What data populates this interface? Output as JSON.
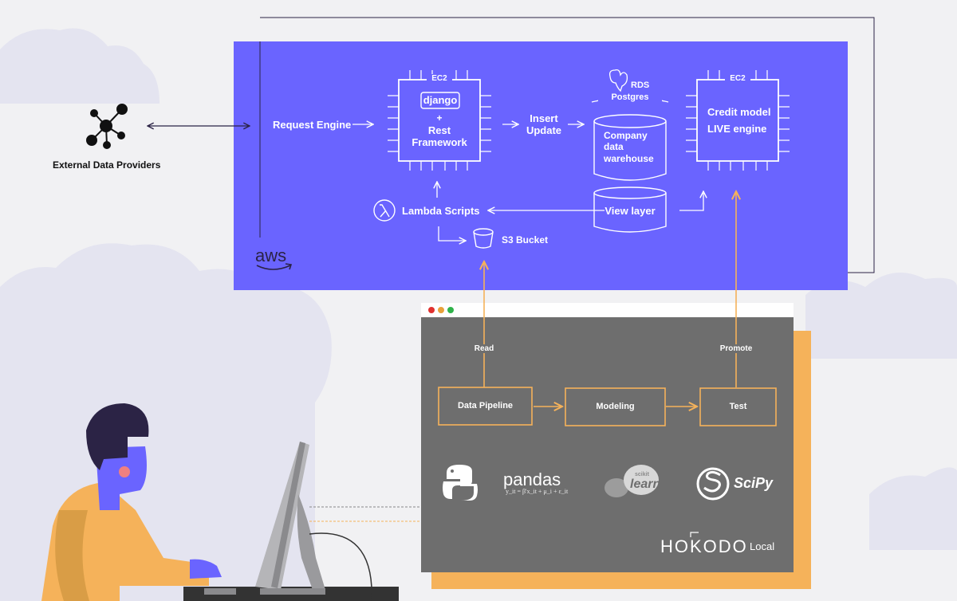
{
  "external": {
    "label": "External Data Providers"
  },
  "aws": {
    "logo_text": "aws",
    "request_engine": "Request Engine",
    "ec2_left": {
      "tag": "EC2",
      "django": "django",
      "plus": "+",
      "line1": "Rest",
      "line2": "Framework"
    },
    "insert": "Insert",
    "update": "Update",
    "rds": {
      "tag": "RDS",
      "engine": "Postgres"
    },
    "warehouse": {
      "line1": "Company",
      "line2": "data",
      "line3": "warehouse"
    },
    "view_layer": "View layer",
    "ec2_right": {
      "tag": "EC2",
      "line1": "Credit model",
      "line2": "LIVE engine"
    },
    "lambda": "Lambda Scripts",
    "s3": "S3 Bucket"
  },
  "local": {
    "read": "Read",
    "promote": "Promote",
    "steps": [
      "Data Pipeline",
      "Modeling",
      "Test"
    ],
    "pandas": "pandas",
    "pandas_formula": "y_it = β'x_it + μ_i + ε_it",
    "sklearn_sub": "scikit",
    "sklearn": "learn",
    "scipy": "SciPy",
    "brand": "HOKODO",
    "brand_tag": "Local"
  },
  "colors": {
    "aws_bg": "#6a64ff",
    "orange": "#f5b25a",
    "gray": "#6e6e6e",
    "cloud": "#e3e3ef",
    "navy": "#2b2345"
  }
}
